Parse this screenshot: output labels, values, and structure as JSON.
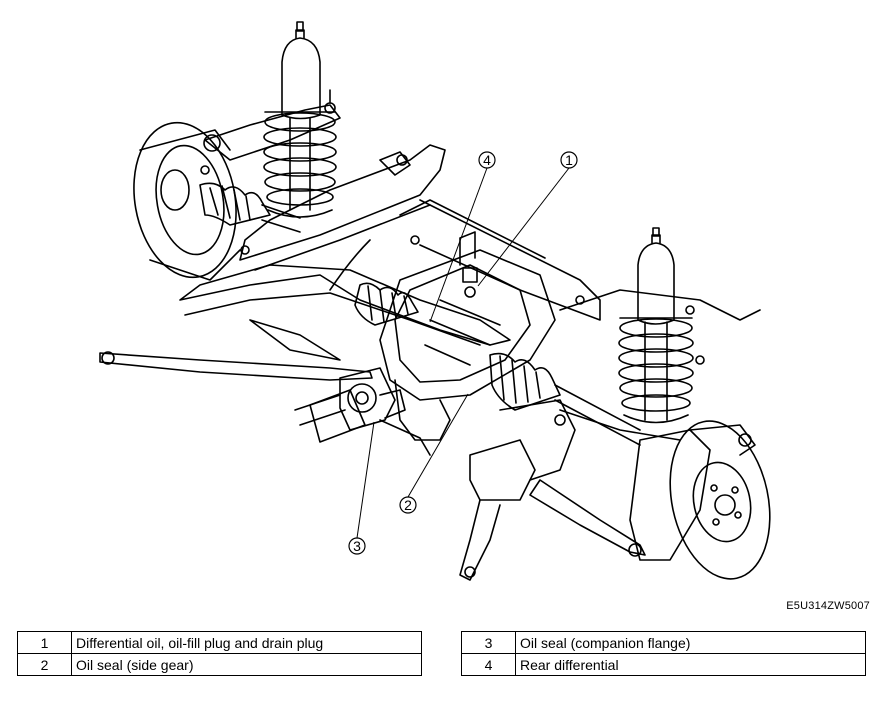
{
  "figure_code": "E5U314ZW5007",
  "callouts": [
    {
      "number": "1"
    },
    {
      "number": "2"
    },
    {
      "number": "3"
    },
    {
      "number": "4"
    }
  ],
  "legend": {
    "left": [
      {
        "number": "1",
        "description": "Differential oil, oil-fill plug and drain plug"
      },
      {
        "number": "2",
        "description": "Oil seal (side gear)"
      }
    ],
    "right": [
      {
        "number": "3",
        "description": "Oil seal (companion flange)"
      },
      {
        "number": "4",
        "description": "Rear differential"
      }
    ]
  }
}
